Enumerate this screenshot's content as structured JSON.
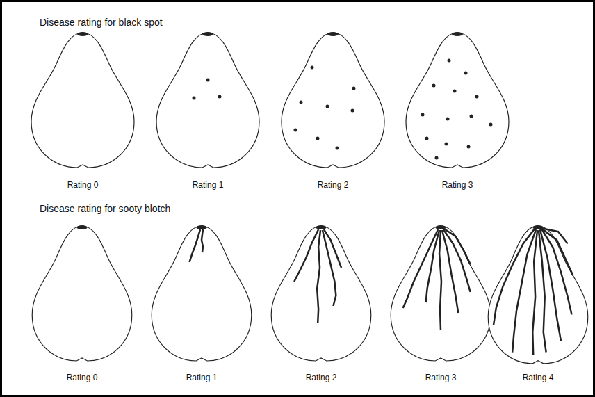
{
  "diagram": {
    "labels": [
      "Disease rating for black spot",
      "Rating 0",
      "Rating 1",
      "Rating 2",
      "Rating 3",
      "Disease rating for sooty blotch",
      "Rating 0",
      "Rating 1",
      "Rating 2",
      "Rating 3",
      "Rating 4"
    ]
  }
}
